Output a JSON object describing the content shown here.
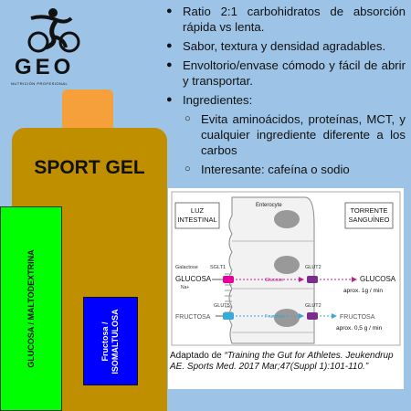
{
  "logo": {
    "word": "GEO",
    "sub": "NUTRICIÓN PROFESIONAL",
    "icon": "cyclist-icon"
  },
  "bullets": {
    "b1": "Ratio 2:1 carbohidratos de absorción rápida vs lenta.",
    "b2": "Sabor, textura y densidad agradables.",
    "b3": "Envoltorio/envase cómodo y fácil de abrir y transportar.",
    "b4": "Ingredientes:",
    "b5": "Evita aminoácidos, proteínas, MCT, y cualquier ingrediente diferente a los carbos",
    "b6": "Interesante: cafeína o sodio"
  },
  "bottle": {
    "title": "SPORT GEL",
    "green_label": "GLUCOSA / MALTODEXTRINA",
    "blue_label_1": "Fructosa /",
    "blue_label_2": "ISOMALTULOSA",
    "colors": {
      "bottle": "#bf8f00",
      "cap": "#f5a03a",
      "green": "#00ff00",
      "blue": "#0000ff"
    }
  },
  "diagram": {
    "luz_1": "LUZ",
    "luz_2": "INTESTINAL",
    "enterocyte": "Enterocyte",
    "torrente_1": "TORRENTE",
    "torrente_2": "SANGUÍNEO",
    "galactose": "Galactose",
    "sglt1": "SGLT1",
    "glucosa_in": "GLUCOSA",
    "na": "Na+",
    "glucose_mid": "Glucose",
    "glut2_top": "GLUT2",
    "glucosa_out": "GLUCOSA",
    "rate_glucosa": "aprox. 1g / min",
    "glut5": "GLUT5",
    "fructosa_in": "FRUCTOSA",
    "fructose_mid": "Fructose",
    "glut2_bottom": "GLUT2",
    "fructosa_out": "FRUCTOSA",
    "rate_fructosa": "aprox. 0,5 g / min"
  },
  "caption": {
    "prefix": "Adaptado de ",
    "ref": "“Training the Gut for Athletes. Jeukendrup AE. Sports Med. 2017 Mar;47(Suppl 1):101-110.”"
  }
}
